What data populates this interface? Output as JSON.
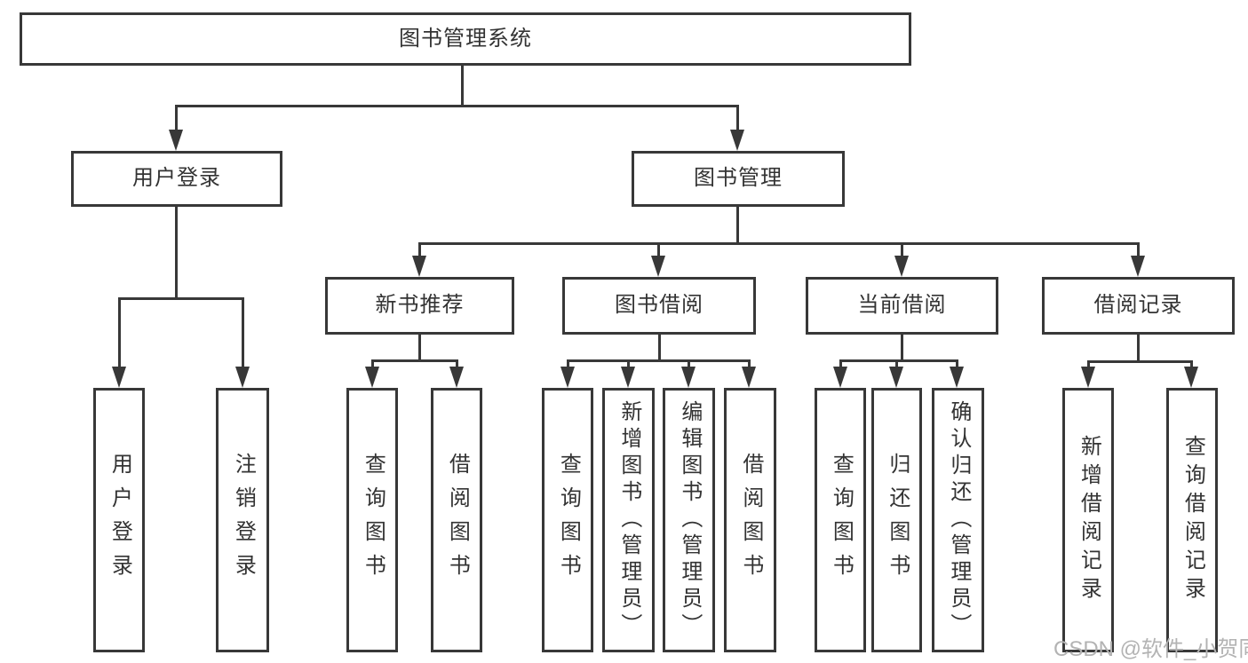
{
  "watermark": "CSDN @软件_小贺同学",
  "colors": {
    "line": "#383838",
    "text": "#333333",
    "box_bg": "#ffffff",
    "canvas_bg": "#ffffff",
    "watermark": "#b3b3b3"
  },
  "tree": {
    "root": "图书管理系统",
    "branches": [
      {
        "label": "用户登录",
        "children": [
          {
            "label": "用户登录"
          },
          {
            "label": "注销登录"
          }
        ]
      },
      {
        "label": "图书管理",
        "children": [
          {
            "label": "新书推荐",
            "children": [
              {
                "label": "查询图书"
              },
              {
                "label": "借阅图书"
              }
            ]
          },
          {
            "label": "图书借阅",
            "children": [
              {
                "label": "查询图书"
              },
              {
                "label": "新增图书（管理员）"
              },
              {
                "label": "编辑图书（管理员）"
              },
              {
                "label": "借阅图书"
              }
            ]
          },
          {
            "label": "当前借阅",
            "children": [
              {
                "label": "查询图书"
              },
              {
                "label": "归还图书"
              },
              {
                "label": "确认归还（管理员）"
              }
            ]
          },
          {
            "label": "借阅记录",
            "children": [
              {
                "label": "新增借阅记录"
              },
              {
                "label": "查询借阅记录"
              }
            ]
          }
        ]
      }
    ]
  }
}
